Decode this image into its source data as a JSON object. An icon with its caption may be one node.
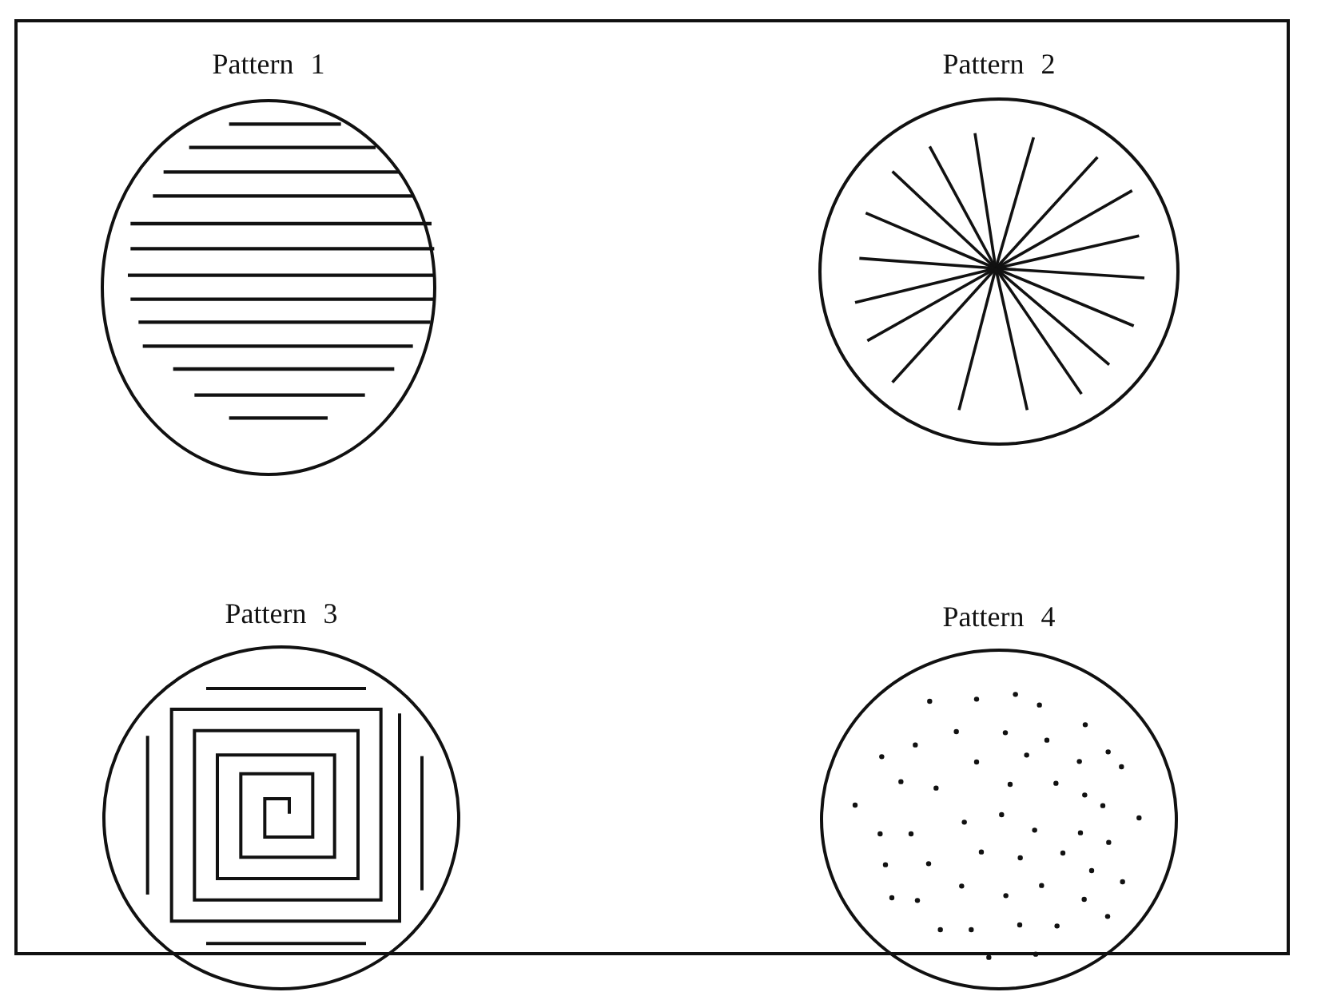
{
  "diagram": {
    "nodes": [
      {
        "text": [
          "Pattern 1"
        ]
      },
      {
        "text": [
          "Pattern 2"
        ]
      },
      {
        "text": [
          "Pattern 3"
        ]
      },
      {
        "text": [
          "Pattern 4"
        ]
      }
    ]
  }
}
